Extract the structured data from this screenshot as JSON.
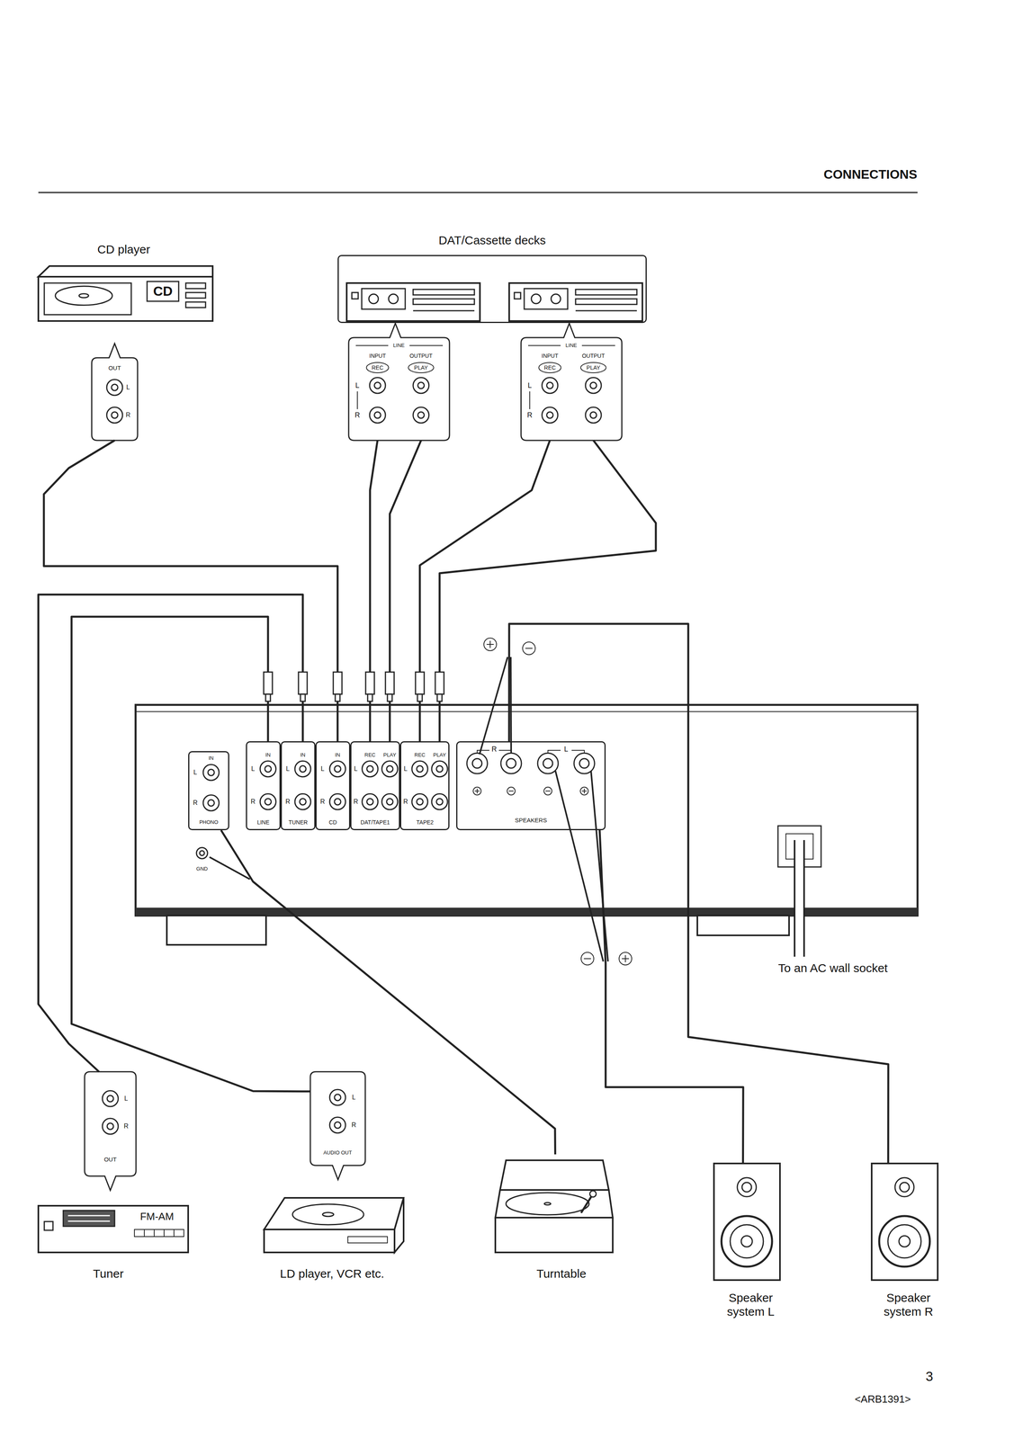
{
  "diagram": {
    "title": "CONNECTIONS",
    "nodes": [
      {
        "text": [
          "CD player",
          "CD"
        ]
      },
      {
        "text": [
          "OUT",
          "L",
          "R"
        ]
      },
      {
        "text": [
          "DAT/Cassette decks"
        ]
      },
      {
        "text": [
          "LINE",
          "INPUT",
          "OUTPUT",
          "REC",
          "PLAY",
          "L",
          "R"
        ]
      },
      {
        "text": [
          "LINE",
          "INPUT",
          "OUTPUT",
          "REC",
          "PLAY",
          "L",
          "R"
        ]
      },
      {
        "text": [
          "L",
          "IN",
          "R",
          "PHONO"
        ]
      },
      {
        "text": [
          "L",
          "IN",
          "R",
          "LINE"
        ]
      },
      {
        "text": [
          "L",
          "IN",
          "R",
          "TUNER"
        ]
      },
      {
        "text": [
          "L",
          "IN",
          "R",
          "CD"
        ]
      },
      {
        "text": [
          "L",
          "REC",
          "PLAY",
          "R",
          "DAT/TAPE1"
        ]
      },
      {
        "text": [
          "L",
          "REC",
          "PLAY",
          "R",
          "TAPE2"
        ]
      },
      {
        "text": [
          "R",
          "L",
          "SPEAKERS"
        ]
      },
      {
        "text": [
          "L",
          "R",
          "OUT"
        ]
      },
      {
        "text": [
          "FM-AM",
          "Tuner"
        ]
      },
      {
        "text": [
          "L",
          "R",
          "AUDIO OUT"
        ]
      },
      {
        "text": [
          "LD player, VCR etc."
        ]
      },
      {
        "text": [
          "Turntable"
        ]
      },
      {
        "text": [
          "Speaker system L"
        ]
      },
      {
        "text": [
          "Speaker system R"
        ]
      }
    ],
    "edges": [
      {
        "from": 1,
        "to": 8,
        "arrow": "none"
      },
      {
        "from": 3,
        "to": 9,
        "arrow": "none"
      },
      {
        "from": 3,
        "to": 9,
        "arrow": "none"
      },
      {
        "from": 4,
        "to": 10,
        "arrow": "none"
      },
      {
        "from": 4,
        "to": 10,
        "arrow": "none"
      },
      {
        "from": 12,
        "to": 7,
        "arrow": "none"
      },
      {
        "from": 14,
        "to": 6,
        "arrow": "none"
      },
      {
        "from": 16,
        "to": 5,
        "arrow": "none"
      },
      {
        "from": 11,
        "to": 17,
        "arrow": "none"
      },
      {
        "from": 11,
        "to": 18,
        "arrow": "none"
      }
    ],
    "labels": [
      "GND",
      "To an AC wall socket",
      "3",
      "<ARB1391>"
    ]
  }
}
